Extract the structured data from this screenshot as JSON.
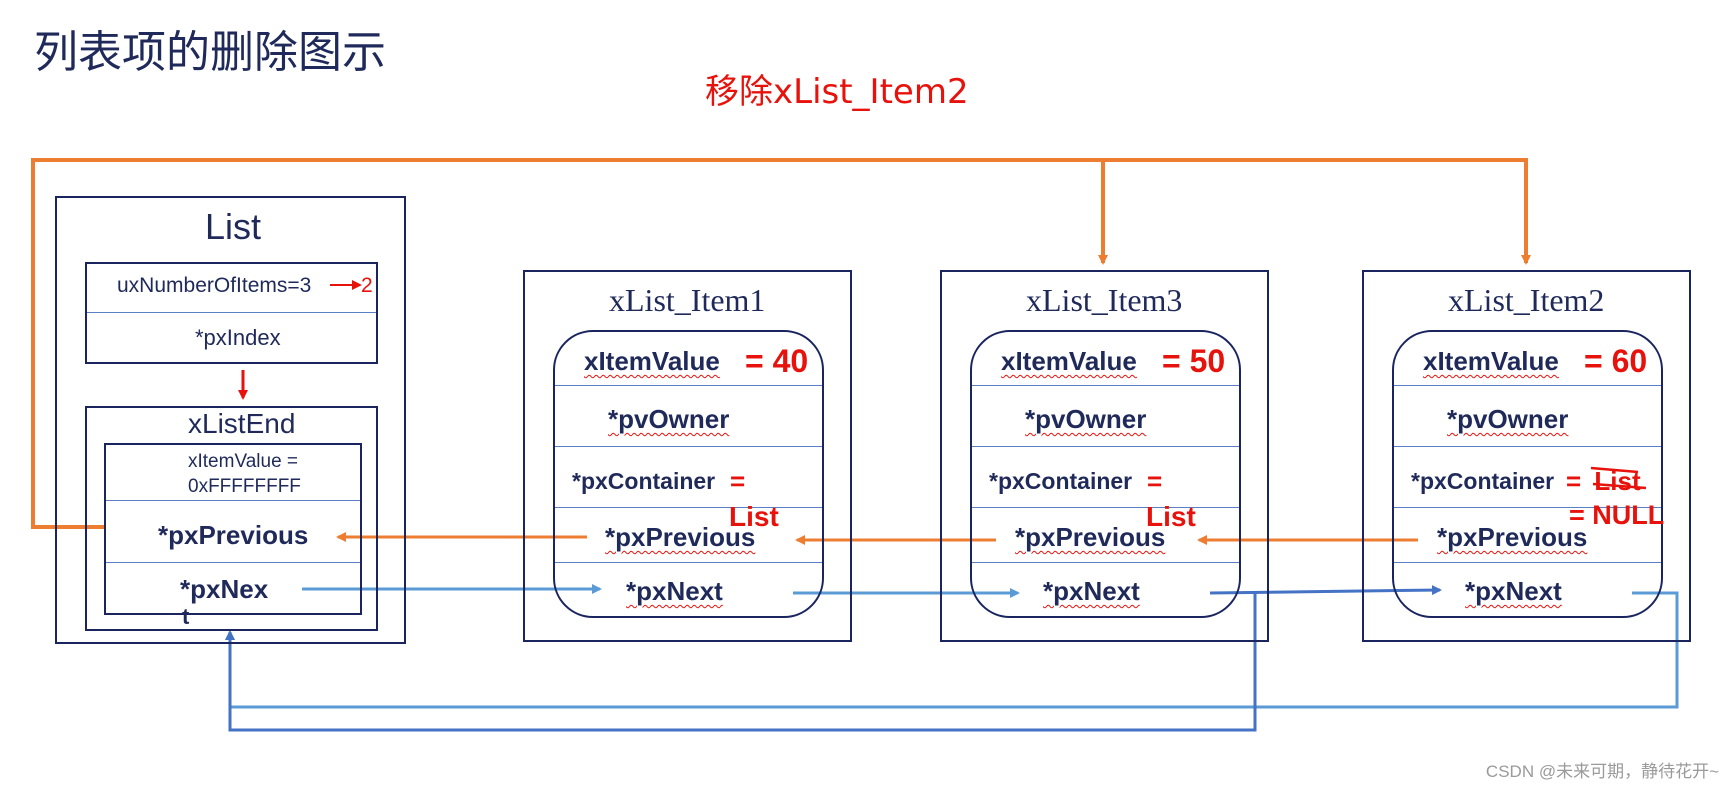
{
  "title": "列表项的删除图示",
  "subtitle": "移除xList_Item2",
  "list": {
    "label": "List",
    "ux_number": "uxNumberOfItems=3",
    "ux_new": "2",
    "px_index": "*pxIndex",
    "list_end": {
      "label": "xListEnd",
      "item_value_1": "xItemValue =",
      "item_value_2": "0xFFFFFFFF",
      "px_previous": "*pxPrevious",
      "px_next": "*pxNex",
      "px_next_t": "t"
    }
  },
  "items": [
    {
      "title": "xList_Item1",
      "item_value": "xItemValue",
      "value_eq": "= 40",
      "pv_owner": "*pvOwner",
      "px_container": "*pxContainer",
      "container_eq": "=",
      "container_value": "List",
      "px_previous": "*pxPrevious",
      "px_next": "*pxNext"
    },
    {
      "title": "xList_Item3",
      "item_value": "xItemValue",
      "value_eq": "= 50",
      "pv_owner": "*pvOwner",
      "px_container": "*pxContainer",
      "container_eq": "=",
      "container_value": "List",
      "px_previous": "*pxPrevious",
      "px_next": "*pxNext"
    },
    {
      "title": "xList_Item2",
      "item_value": "xItemValue",
      "value_eq": "= 60",
      "pv_owner": "*pvOwner",
      "px_container": "*pxContainer",
      "container_eq": "=",
      "container_value": "List",
      "container_null": "= NULL",
      "px_previous": "*pxPrevious",
      "px_next": "*pxNext"
    }
  ],
  "footer": "CSDN @未来可期，静待花开~",
  "colors": {
    "orange": "#ed7d31",
    "blue_light": "#5b9bd5",
    "blue_dark": "#4472c4",
    "red": "#e8120c",
    "navy": "#1a2560"
  }
}
